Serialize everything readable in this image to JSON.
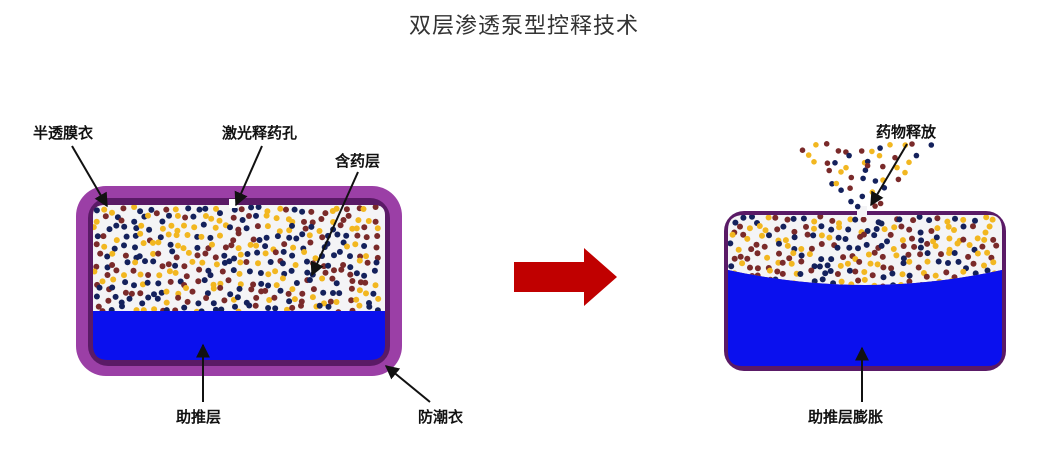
{
  "title": "双层渗透泵型控释技术",
  "left": {
    "semipermeable_membrane": "半透膜衣",
    "laser_hole": "激光释药孔",
    "drug_layer": "含药层",
    "push_layer": "助推层",
    "moisture_coat": "防潮衣"
  },
  "right": {
    "drug_release": "药物释放",
    "push_layer_swelling": "助推层膨胀"
  },
  "colors": {
    "moisture_coat": "#9b3fa6",
    "membrane": "#5a1a66",
    "push_layer": "#0a10ee",
    "drug_bg": "#f4f4f6",
    "arrow": "#c00000",
    "dot_navy": "#14215c",
    "dot_gold": "#f2b720",
    "dot_maroon": "#7a2a2a"
  }
}
